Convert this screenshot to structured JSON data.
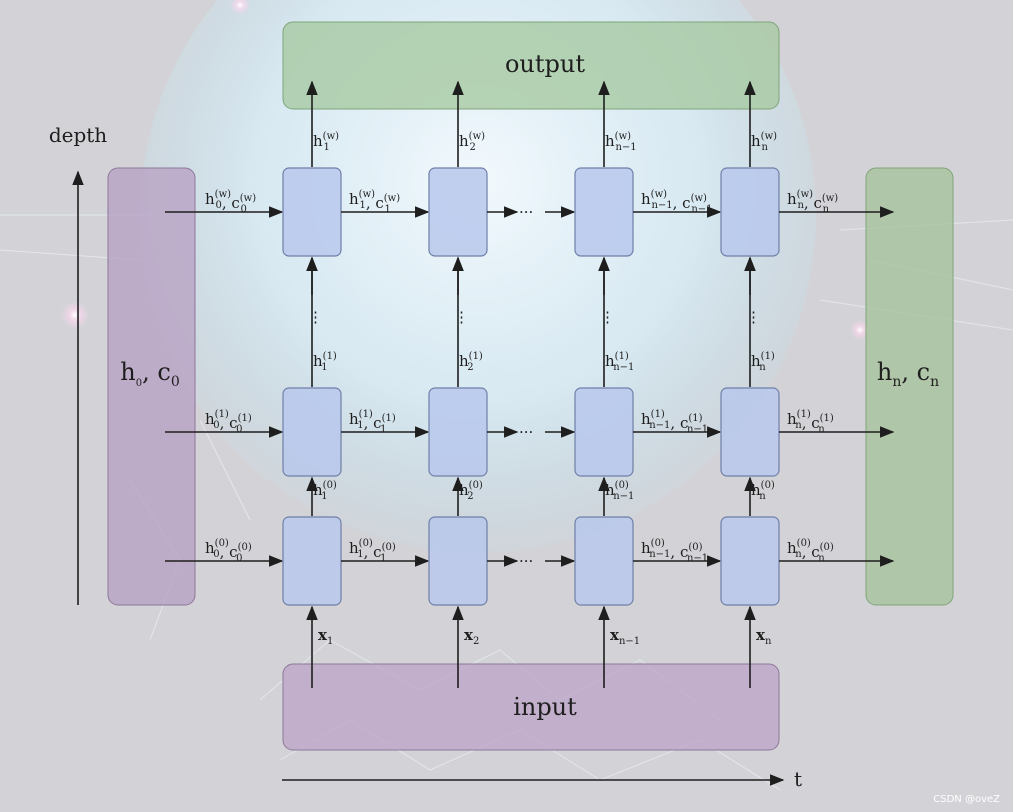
{
  "labels": {
    "output": "output",
    "input": "input",
    "depth": "depth",
    "time": "t",
    "init_state": {
      "main": "h",
      "sub": "0",
      "sep": ", ",
      "main2": "c",
      "sub2": "0"
    },
    "final_state": {
      "main": "h",
      "sub": "n",
      "sep": ", ",
      "main2": "c",
      "sub2": "n"
    },
    "watermark": "CSDN @oveZ"
  },
  "layers": [
    {
      "superscript": "(0)"
    },
    {
      "superscript": "(1)"
    },
    {
      "superscript": "(w)"
    }
  ],
  "time_steps": [
    {
      "sub": "1"
    },
    {
      "sub": "2"
    },
    {
      "sub": "n−1"
    },
    {
      "sub": "n"
    }
  ],
  "initial_state_sub": "0",
  "vertical_ellipsis": "⋮",
  "horizontal_ellipsis": "···",
  "symbols": {
    "hidden": "h",
    "cell": "c",
    "input": "x",
    "comma": ","
  },
  "colors": {
    "background": "#d3d3d7",
    "cell_fill": "#b9c8ec",
    "cell_stroke": "#6f7fa8",
    "output_fill": "#a8c9a2",
    "state_left_fill": "#b8a2c4",
    "state_right_fill": "#a7c39c",
    "input_fill": "#bea6c8",
    "glow": "#e3f6ff"
  }
}
